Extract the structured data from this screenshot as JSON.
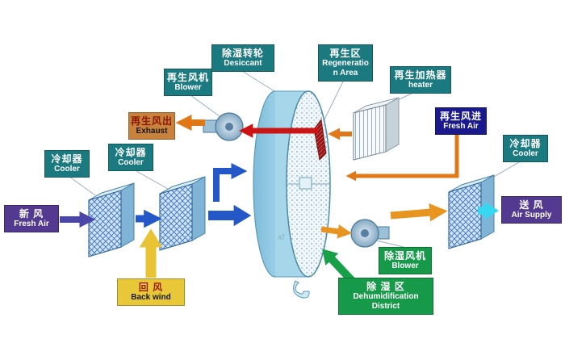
{
  "watermark": "xt",
  "labels": {
    "desiccant": {
      "zh": "除湿转轮",
      "en": "Desiccant"
    },
    "regen_area": {
      "zh": "再生区",
      "en": "Regeneration Area"
    },
    "regen_blower": {
      "zh": "再生风机",
      "en": "Blower"
    },
    "regen_heater": {
      "zh": "再生加热器",
      "en": "heater"
    },
    "exhaust_out": {
      "zh": "再生风出",
      "en": "Exhaust"
    },
    "regen_in": {
      "zh": "再生风进",
      "en": "Fresh Air"
    },
    "cooler1": {
      "zh": "冷却器",
      "en": "Cooler"
    },
    "cooler2": {
      "zh": "冷却器",
      "en": "Cooler"
    },
    "cooler3": {
      "zh": "冷却器",
      "en": "Cooler"
    },
    "fresh_air": {
      "zh": "新 风",
      "en": "Fresh Air"
    },
    "air_supply": {
      "zh": "送 风",
      "en": "Air Supply"
    },
    "back_wind": {
      "zh": "回 风",
      "en": "Back wind"
    },
    "dehumid_blower": {
      "zh": "除湿风机",
      "en": "Blower"
    },
    "dehumid_area": {
      "zh": "除 湿 区",
      "en": "Dehumidification District"
    }
  },
  "colors": {
    "teal_box": "#1b7a80",
    "purple_box": "#53398f",
    "navy_box": "#1a1a8e",
    "orange_box": "#c8823c",
    "yellow_box": "#e8c838",
    "green_box": "#169a4a",
    "arrow_blue": "#2457c8",
    "arrow_purple": "#4a46a8",
    "arrow_yellow": "#e8c334",
    "arrow_red": "#cc1414",
    "arrow_orange": "#e07818",
    "arrow_amber": "#e89420",
    "arrow_cyan": "#35d8f0",
    "arrow_green": "#18a048"
  }
}
